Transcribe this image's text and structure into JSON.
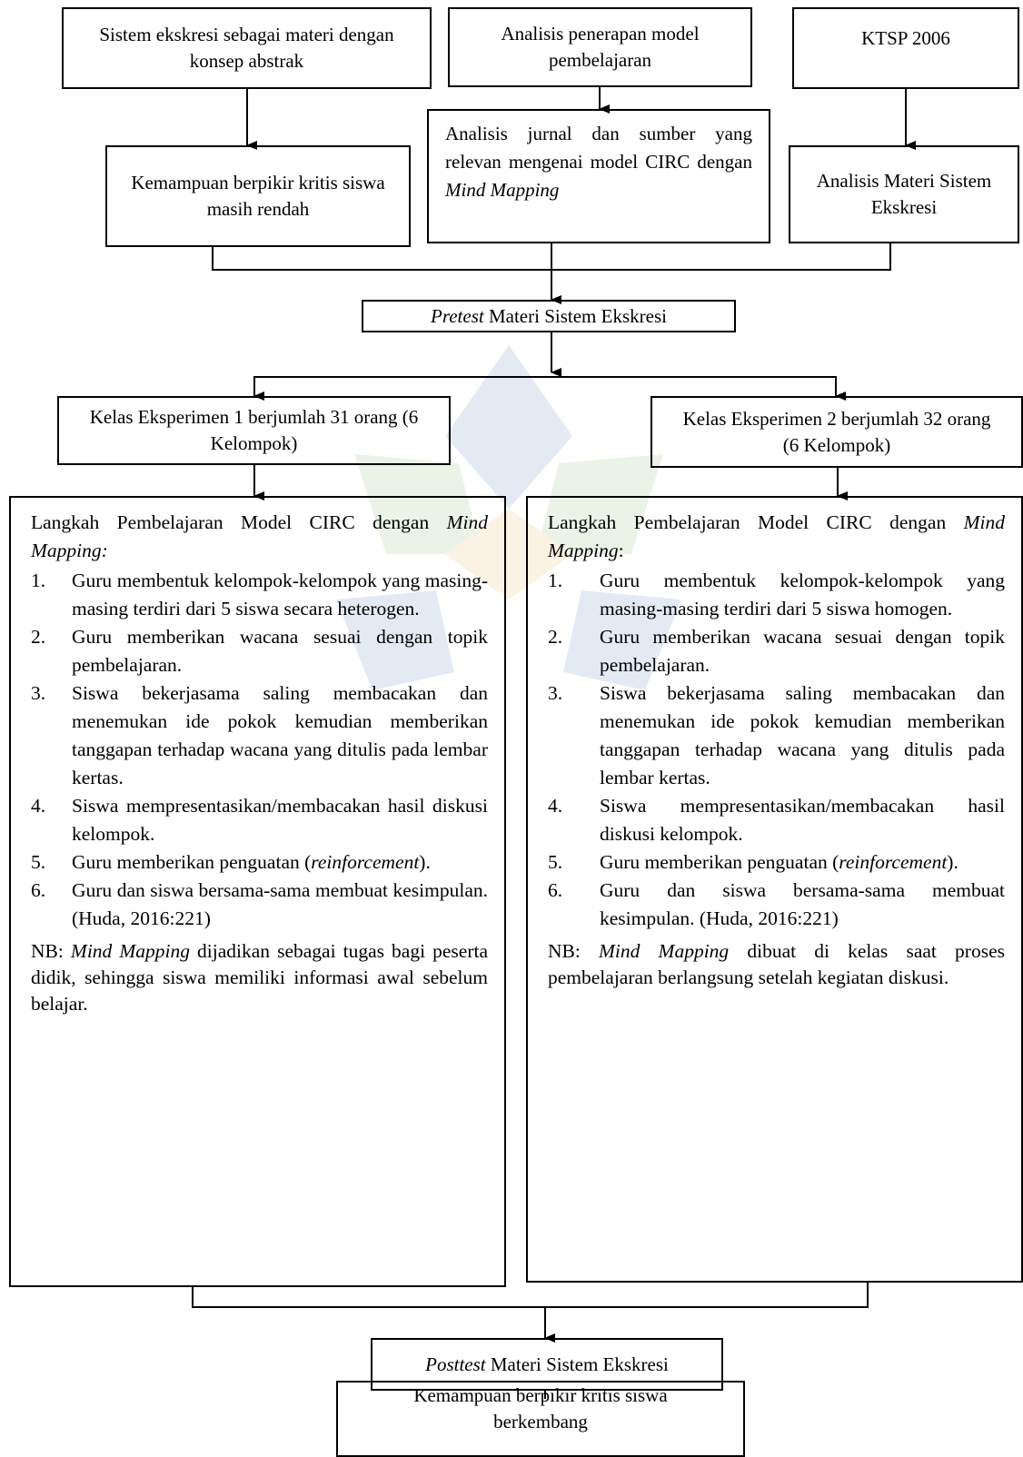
{
  "boxes": {
    "problem": "Sistem ekskresi sebagai materi dengan konsep abstrak",
    "analysis_model": "Analisis penerapan model pembelajaran",
    "curriculum": "KTSP 2006",
    "low_thinking": "Kemampuan berpikir kritis siswa masih rendah",
    "journal_analysis": {
      "text": "Analisis jurnal dan sumber yang relevan mengenai model CIRC dengan ",
      "italic": "Mind Mapping"
    },
    "material_analysis": "Analisis Materi Sistem Ekskresi",
    "pretest": {
      "italic": "Pretest",
      "text": " Materi Sistem Ekskresi"
    },
    "class1": "Kelas Eksperimen 1 berjumlah 31 orang (6 Kelompok)",
    "class2": "Kelas Eksperimen 2 berjumlah 32 orang (6 Kelompok)",
    "posttest": {
      "italic": "Posttest",
      "text": " Materi Sistem Ekskresi"
    },
    "outcome": "Kemampuan berpikir kritis siswa berkembang"
  },
  "steps_left": {
    "intro": "Langkah Pembelajaran Model CIRC dengan ",
    "intro_italic": "Mind Mapping:",
    "items": [
      {
        "num": "1.",
        "text": "Guru membentuk kelompok-kelompok yang masing-masing terdiri dari 5 siswa secara heterogen."
      },
      {
        "num": "2.",
        "text": "Guru memberikan wacana sesuai dengan topik pembelajaran."
      },
      {
        "num": "3.",
        "text": "Siswa bekerjasama saling membacakan dan menemukan ide pokok kemudian memberikan tanggapan terhadap wacana yang ditulis pada lembar kertas."
      },
      {
        "num": "4.",
        "text": "Siswa mempresentasikan/membacakan hasil diskusi kelompok."
      },
      {
        "num": "5.",
        "text_a": "Guru memberikan penguatan (",
        "italic": "reinforcement",
        "text_b": ")."
      },
      {
        "num": "6.",
        "text": "Guru dan siswa bersama-sama membuat kesimpulan. (Huda, 2016:221)"
      }
    ],
    "nb_prefix": "NB: ",
    "nb_italic": "Mind Mapping",
    "nb_text": " dijadikan sebagai tugas bagi peserta didik, sehingga siswa memiliki informasi awal sebelum belajar."
  },
  "steps_right": {
    "intro": "Langkah Pembelajaran Model CIRC dengan ",
    "intro_italic": "Mind Mapping",
    "intro_after": ":",
    "items": [
      {
        "num": "1.",
        "text": "Guru membentuk kelompok-kelompok yang masing-masing terdiri dari 5 siswa homogen."
      },
      {
        "num": "2.",
        "text": "Guru memberikan wacana sesuai dengan topik pembelajaran."
      },
      {
        "num": "3.",
        "text": "Siswa bekerjasama saling membacakan dan menemukan ide pokok kemudian memberikan tanggapan terhadap wacana yang ditulis pada lembar kertas."
      },
      {
        "num": "4.",
        "text": "Siswa mempresentasikan/membacakan hasil diskusi kelompok."
      },
      {
        "num": "5.",
        "text_a": "Guru memberikan penguatan (",
        "italic": "reinforcement",
        "text_b": ")."
      },
      {
        "num": "6.",
        "text": "Guru dan siswa bersama-sama membuat kesimpulan. (Huda, 2016:221)"
      }
    ],
    "nb_prefix": "NB: ",
    "nb_italic": "Mind Mapping",
    "nb_text": " dibuat di kelas saat proses pembelajaran berlangsung setelah kegiatan diskusi."
  },
  "colors": {
    "line": "#000000",
    "watermark_blue": "#3a67b1",
    "watermark_green": "#6aa84f",
    "watermark_orange": "#e0a030"
  }
}
